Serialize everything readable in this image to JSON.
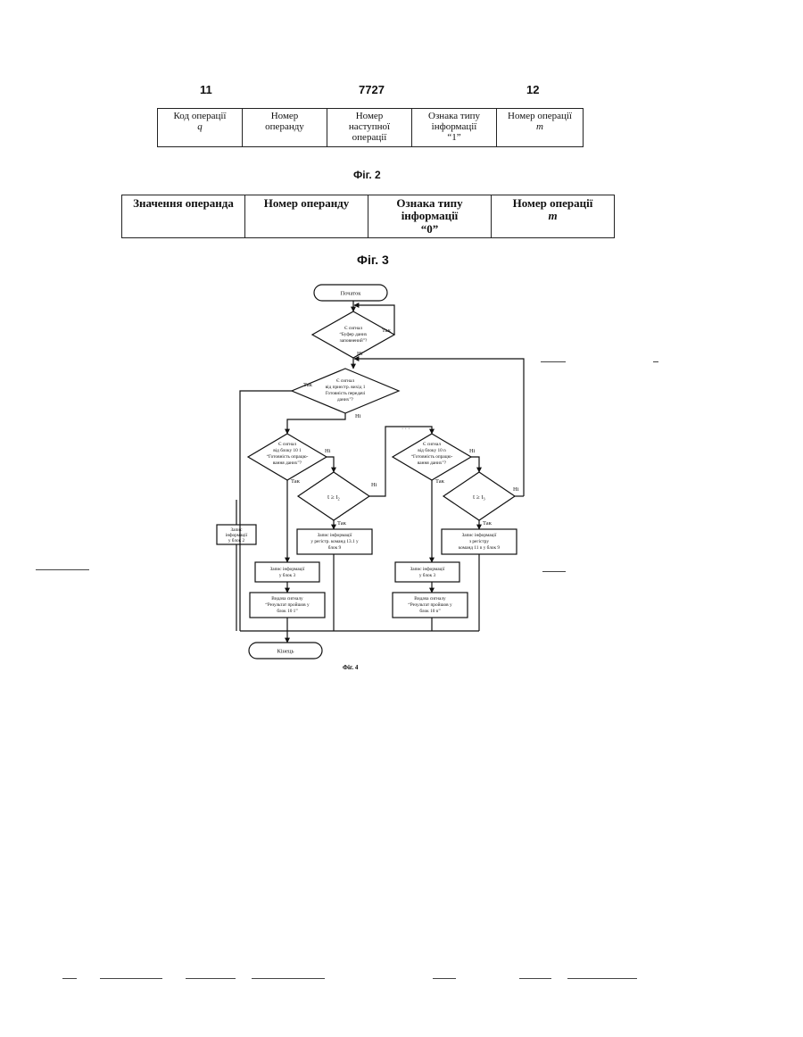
{
  "page_numbers": {
    "left": "11",
    "center": "7727",
    "right": "12"
  },
  "fig2": {
    "cells": [
      {
        "line1": "Код операції",
        "line2": "q"
      },
      {
        "line1": "Номер",
        "line2": "операнду"
      },
      {
        "line1": "Номер",
        "line2": "наступної",
        "line3": "операції"
      },
      {
        "line1": "Ознака типу",
        "line2": "інформації",
        "line3": "“1”"
      },
      {
        "line1": "Номер операції",
        "line2": "m"
      }
    ],
    "caption": "Фіг. 2"
  },
  "fig3": {
    "cells": [
      {
        "line1": "Значення операнда"
      },
      {
        "line1": "Номер операнду"
      },
      {
        "line1": "Ознака типу",
        "line2": "інформації",
        "line3": "“0”"
      },
      {
        "line1": "Номер операції",
        "line2": "m"
      }
    ],
    "caption": "Фіг. 3"
  },
  "fig4": {
    "caption": "Фіг. 4",
    "start": "Початок",
    "end": "Кінець",
    "d1": [
      "Є сигнал",
      "“Буфер даних",
      "заповнений”?"
    ],
    "d2": [
      "Є сигнал",
      "від приєстр. вихід 1",
      "Готовність передачі",
      "даних”?"
    ],
    "d3": [
      "Є сигнал",
      "від блоку 10 1",
      "“Готовність опрацю-",
      "вання даних”?"
    ],
    "d4": [
      "t ≥ t₂"
    ],
    "d5": [
      "Є сигнал",
      "від блоку 10 n",
      "“Готовність опрацю-",
      "вання даних”?"
    ],
    "d6": [
      "t ≥ t₃"
    ],
    "p_left": [
      "Запис",
      "інформації",
      "у блок 2"
    ],
    "p_mid1": [
      "Запис інформації",
      "у регістр. команд 13.1 у",
      "блок 9"
    ],
    "p_col1a": [
      "Запис інформації",
      "у блок 3"
    ],
    "p_col1b": [
      "Видача сигналу",
      "“Результат пройшов у",
      "блок 10 1”"
    ],
    "p_col2a": [
      "Запис інформації",
      "у блок 3"
    ],
    "p_col2b": [
      "Видача сигналу",
      "“Результат пройшов у",
      "блок 10 n”"
    ],
    "p_right": [
      "Запис інформації",
      "з регістру",
      "команд 11 n у блок 9"
    ],
    "labels": {
      "yes": "Так",
      "no": "Ні",
      "dots": "· · ·"
    }
  }
}
